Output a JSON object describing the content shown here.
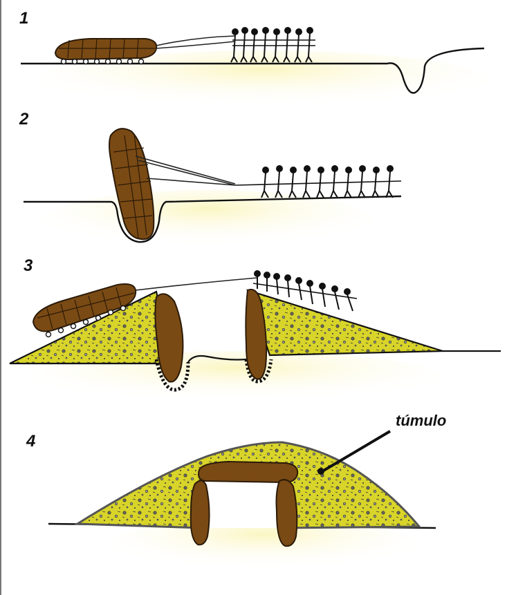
{
  "panels": [
    {
      "number": "1"
    },
    {
      "number": "2"
    },
    {
      "number": "3"
    },
    {
      "number": "4",
      "callout": "túmulo"
    }
  ],
  "colors": {
    "stone": "#7a4a14",
    "stone_outline": "#2a1a08",
    "mound_fill": "#d8d42a",
    "ground_glow": "#fbf6c2",
    "line": "#111111",
    "frame": "#777777"
  }
}
